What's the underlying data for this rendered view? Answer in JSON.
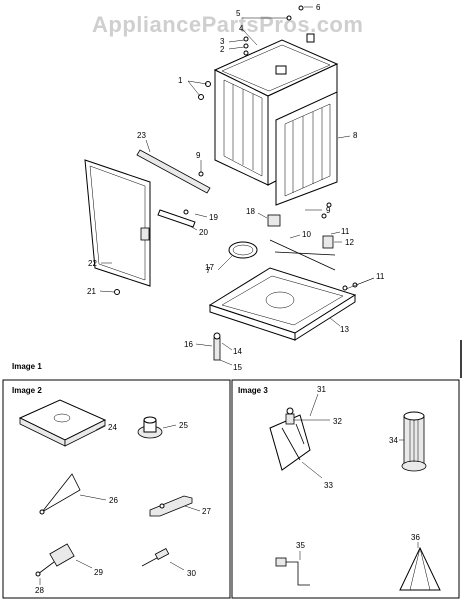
{
  "watermark": "AppliancePartsPros.com",
  "panels": {
    "image1": "Image 1",
    "image2": "Image 2",
    "image3": "Image 3"
  },
  "callouts": {
    "c1": "1",
    "c2": "2",
    "c3": "3",
    "c4": "4",
    "c5": "5",
    "c6": "6",
    "c7": "7",
    "c8": "8",
    "c9a": "9",
    "c9b": "9",
    "c10": "10",
    "c11a": "11",
    "c11b": "11",
    "c12": "12",
    "c13": "13",
    "c14": "14",
    "c15": "15",
    "c16": "16",
    "c17": "17",
    "c18": "18",
    "c19": "19",
    "c20": "20",
    "c21": "21",
    "c22": "22",
    "c23": "23",
    "c24": "24",
    "c25": "25",
    "c26": "26",
    "c27": "27",
    "c28": "28",
    "c29": "29",
    "c30": "30",
    "c31": "31",
    "c32": "32",
    "c33": "33",
    "c34": "34",
    "c35": "35",
    "c36": "36"
  }
}
